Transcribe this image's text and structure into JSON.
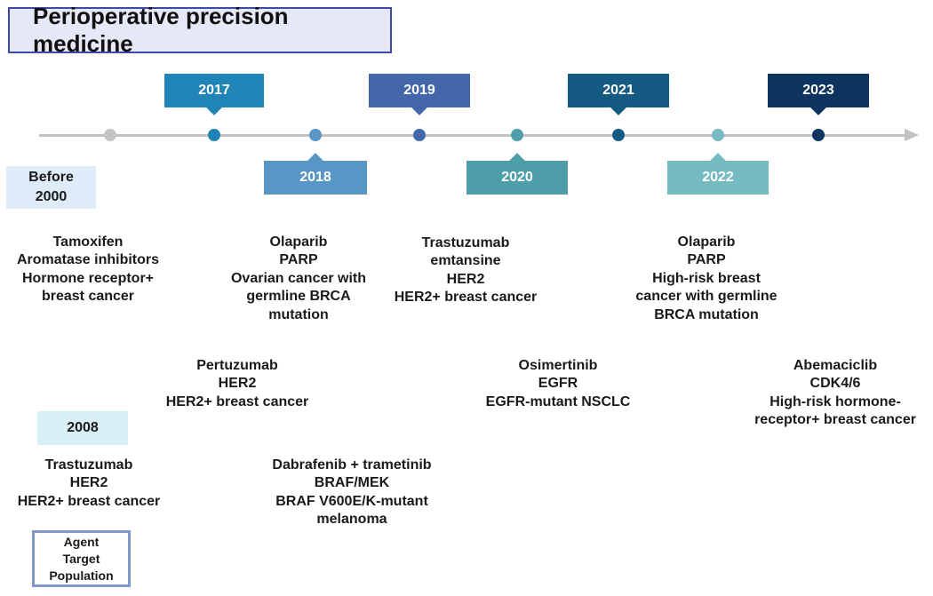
{
  "title": "Perioperative precision medicine",
  "timeline": [
    {
      "year": "2017",
      "position": "above",
      "color": "#2184b7"
    },
    {
      "year": "2018",
      "position": "below",
      "color": "#5896c5"
    },
    {
      "year": "2019",
      "position": "above",
      "color": "#4467ac"
    },
    {
      "year": "2020",
      "position": "below",
      "color": "#4e9eaa"
    },
    {
      "year": "2021",
      "position": "above",
      "color": "#155a83"
    },
    {
      "year": "2022",
      "position": "below",
      "color": "#76bbc2"
    },
    {
      "year": "2023",
      "position": "above",
      "color": "#0d355f"
    }
  ],
  "before_2000": {
    "line1": "Before",
    "line2": "2000"
  },
  "year_2008": "2008",
  "approvals": [
    {
      "id": "tamoxifen",
      "lines": [
        "Tamoxifen",
        "Aromatase inhibitors",
        "Hormone receptor+",
        "breast cancer"
      ]
    },
    {
      "id": "olaparib-2018",
      "lines": [
        "Olaparib",
        "PARP",
        "Ovarian cancer with",
        "germline BRCA",
        "mutation"
      ]
    },
    {
      "id": "trastuzumab-emtansine",
      "lines": [
        "Trastuzumab",
        "emtansine",
        "HER2",
        "HER2+ breast cancer"
      ]
    },
    {
      "id": "olaparib-2022",
      "lines": [
        "Olaparib",
        "PARP",
        "High-risk breast",
        "cancer with germline",
        "BRCA mutation"
      ]
    },
    {
      "id": "pertuzumab",
      "lines": [
        "Pertuzumab",
        "HER2",
        "HER2+ breast cancer"
      ]
    },
    {
      "id": "osimertinib",
      "lines": [
        "Osimertinib",
        "EGFR",
        "EGFR-mutant NSCLC"
      ]
    },
    {
      "id": "abemaciclib",
      "lines": [
        "Abemaciclib",
        "CDK4/6",
        "High-risk hormone-",
        "receptor+ breast cancer"
      ]
    },
    {
      "id": "trastuzumab",
      "lines": [
        "Trastuzumab",
        "HER2",
        "HER2+ breast cancer"
      ]
    },
    {
      "id": "dabrafenib",
      "lines": [
        "Dabrafenib + trametinib",
        "BRAF/MEK",
        "BRAF V600E/K-mutant",
        "melanoma"
      ]
    }
  ],
  "legend": {
    "line1": "Agent",
    "line2": "Target",
    "line3": "Population"
  }
}
